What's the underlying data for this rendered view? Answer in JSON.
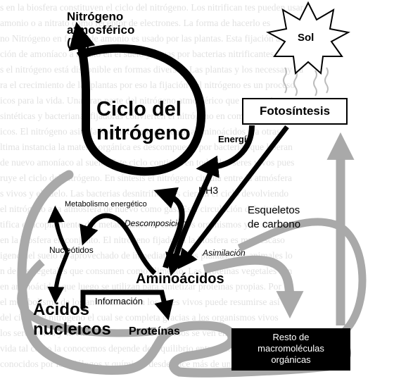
{
  "background_text_lines": [
    "s en la biosfera constituyen el ciclo del nitrógeno. Los nitrifican tes pueden usar",
    "amonio o a nitrato como receptor de electrones. La forma de hacerlo es",
    "no Nitrógeno en forma de amonio es usado por las plantas. Esta fijación a",
    "ción de amoníaco a nitrato en el suelo y aguas por bacterias nitrificantes",
    "s el nitrógeno está disponible en formas diversas. Las plantas y los necessary pa",
    "ra el crecimiento de las plantas por eso la fijación del nitrógeno es un proceso",
    "icos para la vida. Una gran parte del nitrógeno atmosférico que se convierte",
    "sintéticas y bacterianas fijadoras convierten el nitrógeno en compuestos",
    "icos. El nitrógeno asimilado es incorporado luego a aminoácidos y a otras",
    "ltima instancia la materia orgánica es descompuesta por bacterias que liberan",
    "de nuevo amoníaco al suelo. Este ciclo continúa en todos los seres vivos pues",
    "ruye el ciclo del nitrógeno. En síntesis el nitrógeno circula entre la atmósfera",
    "s vivos y el suelo. Las bacterias desnitrificantes cierran el ciclo devolviendo",
    "el nitrógeno a la atmósfera de nuevo como gas. Esta circulación del nitrógeno",
    "tifica el acoplamiento del metabolismo de todos los organismos y su ambiente",
    "en la biosfera en conjunto. El nitrógeno fijado en la biosfera es muy escaso",
    "igeno del suelo es aprovechado de inmediato por las plantas. Los animales lo",
    "n de los vegetales que consumen como alimento. Las proteínas vegetales son",
    "en aminoácidos que luego se utilizan para sintetizar proteínas propias. Por",
    "el metabolismo de los aminoácidos en los seres vivos puede resumirse así",
    "del ciclo del nitrógeno el cual se completa gracias a los organismos vivos",
    "los seres vivos y su entorno. Todos estos procesos se ven en la figura",
    "vida tal como la conocemos depende del equilibrio entre estos procesos",
    "conocidos por los biólogos y químicos desde hace más de un siglo y medio de"
  ],
  "labels": {
    "nitrogeno_line1": "Nitrógeno",
    "nitrogeno_line2": "atmosférico",
    "nitrogeno_line3": "(N2)",
    "ciclo_line1": "Ciclo del",
    "ciclo_line2": "nitrógeno",
    "sol": "Sol",
    "fotosintesis": "Fotosíntesis",
    "energia": "Energía",
    "nh3": "NH3",
    "metabolismo": "Metabolismo energético",
    "descomposicion": "Descomposición",
    "esqueletos_line1": "Esqueletos",
    "esqueletos_line2": "de carbono",
    "asimilacion": "Asimilación",
    "nucleotidos": "Nucleótidos",
    "aminoacidos": "Aminoácidos",
    "informacion": "Información",
    "acidos_line1": "Ácidos",
    "acidos_line2": "nucleicos",
    "proteinas": "Proteínas",
    "resto_line1": "Resto de",
    "resto_line2": "macromoléculas",
    "resto_line3": "orgánicas"
  },
  "icons": [
    "sun-icon",
    "heat-wave-icon",
    "arrow-icon"
  ],
  "colors": {
    "arrow_black": "#000000",
    "arrow_gray": "#a9a9a9",
    "resto_box": "#000000",
    "resto_text": "#ffffff",
    "background_text": "#c9c9c9"
  }
}
